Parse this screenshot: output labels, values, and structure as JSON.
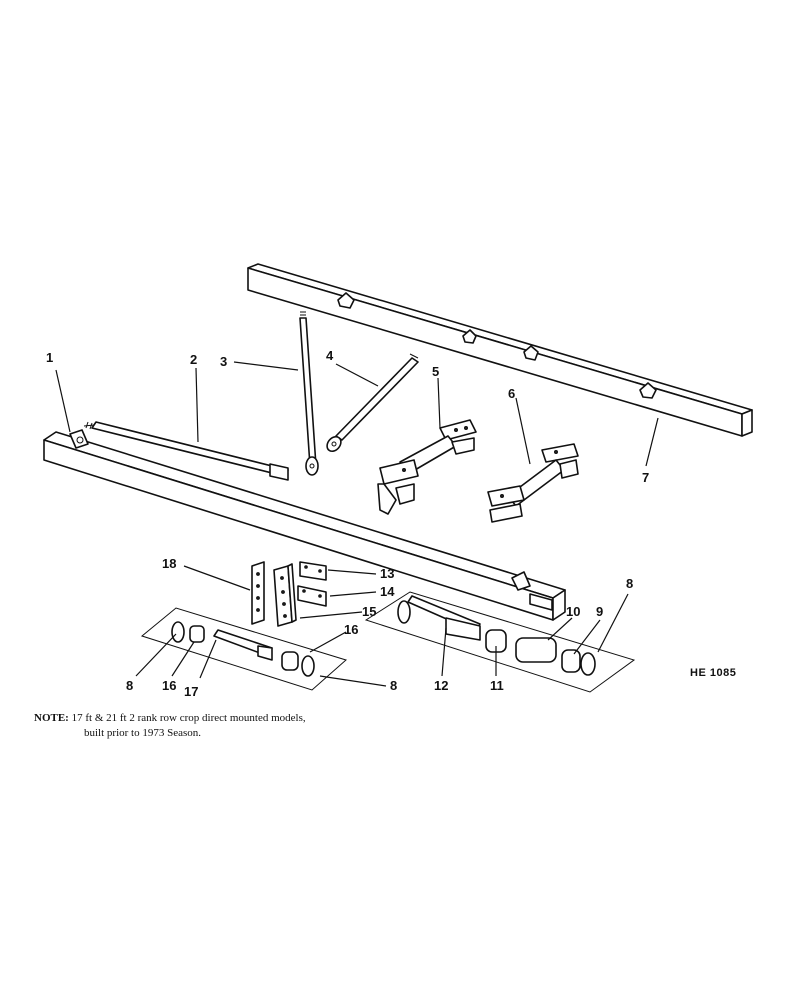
{
  "callouts": [
    {
      "id": "1",
      "text": "1"
    },
    {
      "id": "2",
      "text": "2"
    },
    {
      "id": "3",
      "text": "3"
    },
    {
      "id": "4",
      "text": "4"
    },
    {
      "id": "5",
      "text": "5"
    },
    {
      "id": "6",
      "text": "6"
    },
    {
      "id": "7",
      "text": "7"
    },
    {
      "id": "8a",
      "text": "8"
    },
    {
      "id": "8b",
      "text": "8"
    },
    {
      "id": "8c",
      "text": "8"
    },
    {
      "id": "9",
      "text": "9"
    },
    {
      "id": "10",
      "text": "10"
    },
    {
      "id": "11",
      "text": "11"
    },
    {
      "id": "12",
      "text": "12"
    },
    {
      "id": "13",
      "text": "13"
    },
    {
      "id": "14",
      "text": "14"
    },
    {
      "id": "15",
      "text": "15"
    },
    {
      "id": "16a",
      "text": "16"
    },
    {
      "id": "16b",
      "text": "16"
    },
    {
      "id": "17",
      "text": "17"
    },
    {
      "id": "18",
      "text": "18"
    }
  ],
  "reference": "HE 1085",
  "note": {
    "label": "NOTE:",
    "line1": "17 ft & 21 ft 2 rank row crop direct mounted models,",
    "line2": "built prior to 1973 Season."
  }
}
